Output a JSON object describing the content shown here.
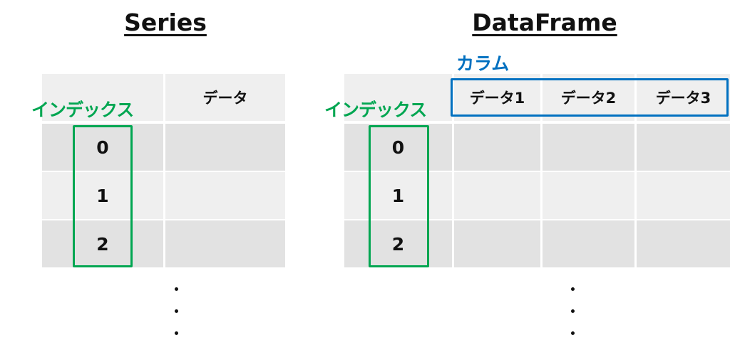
{
  "series": {
    "title": "Series",
    "index_label": "インデックス",
    "data_header": "データ",
    "index_values": [
      "0",
      "1",
      "2"
    ]
  },
  "dataframe": {
    "title": "DataFrame",
    "column_label": "カラム",
    "index_label": "インデックス",
    "column_headers": [
      "データ1",
      "データ2",
      "データ3"
    ],
    "index_values": [
      "0",
      "1",
      "2"
    ]
  },
  "colors": {
    "index_highlight": "#00a651",
    "column_highlight": "#0070c0",
    "row_dark": "#e2e2e2",
    "row_light": "#efefef",
    "header_bg": "#efefef"
  }
}
